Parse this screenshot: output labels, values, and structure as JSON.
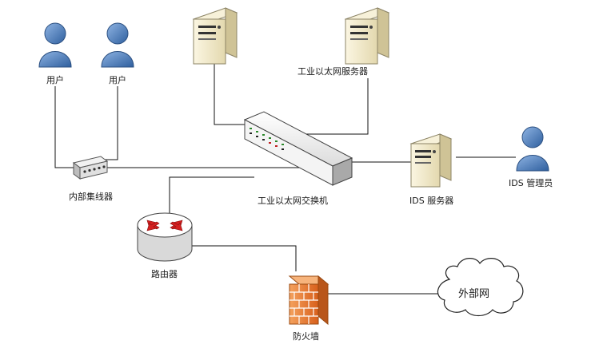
{
  "nodes": {
    "user1": {
      "label": "用户"
    },
    "user2": {
      "label": "用户"
    },
    "server1": {
      "label": ""
    },
    "server2": {
      "label": "工业以太网服务器"
    },
    "hub": {
      "label": "内部集线器"
    },
    "switch": {
      "label": "工业以太网交换机"
    },
    "ids": {
      "label": "IDS 服务器"
    },
    "admin": {
      "label": "IDS 管理员"
    },
    "router": {
      "label": "路由器"
    },
    "firewall": {
      "label": "防火墙"
    },
    "internet": {
      "label": "外部网"
    }
  },
  "colors": {
    "person": "#4a7fc1",
    "server": "#efe7c8",
    "router_arrows": "#d42020",
    "firewall": "#e8742a"
  }
}
